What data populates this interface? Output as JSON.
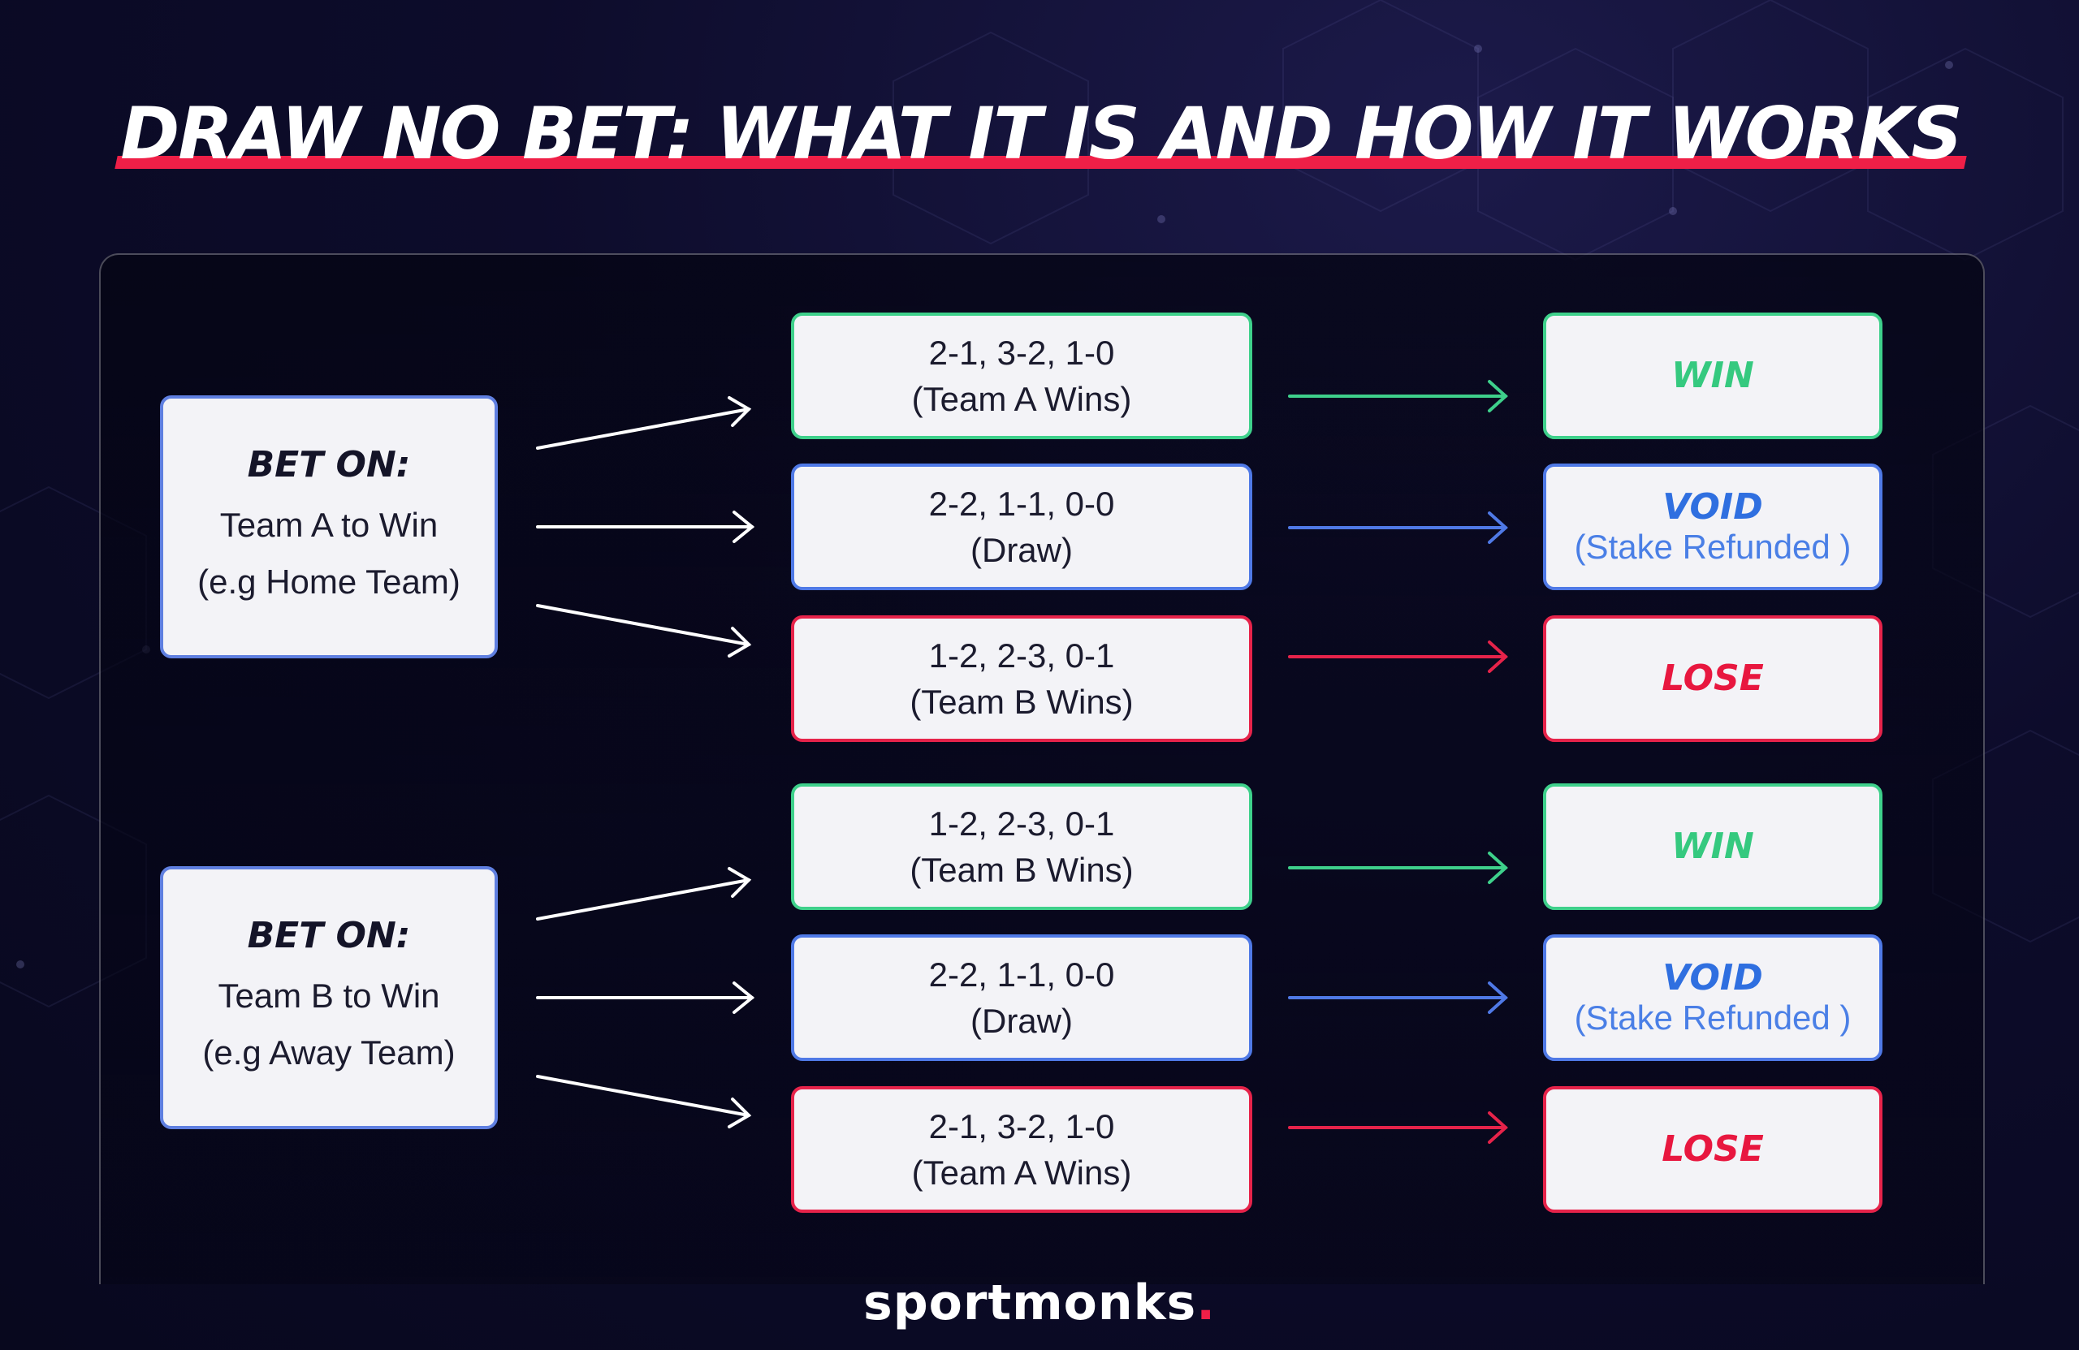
{
  "title": "DRAW NO BET: WHAT IT IS AND HOW IT WORKS",
  "colors": {
    "win": "#35c97f",
    "void": "#2f6fe0",
    "lose": "#e8173f",
    "accent": "#ef1f47",
    "background": "#0d0c2b"
  },
  "groups": [
    {
      "bet_title": "BET ON:",
      "bet_line1": "Team A to Win",
      "bet_line2": "(e.g Home Team)",
      "rows": [
        {
          "score": "2-1, 3-2, 1-0",
          "outcome": "(Team A Wins)",
          "result": "WIN",
          "result_sub": "",
          "type": "win"
        },
        {
          "score": "2-2, 1-1, 0-0",
          "outcome": "(Draw)",
          "result": "VOID",
          "result_sub": "(Stake Refunded )",
          "type": "void"
        },
        {
          "score": "1-2, 2-3, 0-1",
          "outcome": "(Team B Wins)",
          "result": "LOSE",
          "result_sub": "",
          "type": "lose"
        }
      ]
    },
    {
      "bet_title": "BET ON:",
      "bet_line1": "Team B to Win",
      "bet_line2": "(e.g Away Team)",
      "rows": [
        {
          "score": "1-2, 2-3, 0-1",
          "outcome": "(Team B Wins)",
          "result": "WIN",
          "result_sub": "",
          "type": "win"
        },
        {
          "score": "2-2, 1-1, 0-0",
          "outcome": "(Draw)",
          "result": "VOID",
          "result_sub": "(Stake Refunded )",
          "type": "void"
        },
        {
          "score": "2-1, 3-2, 1-0",
          "outcome": "(Team A Wins)",
          "result": "LOSE",
          "result_sub": "",
          "type": "lose"
        }
      ]
    }
  ],
  "logo": {
    "text": "sportmonks",
    "dot": "."
  }
}
